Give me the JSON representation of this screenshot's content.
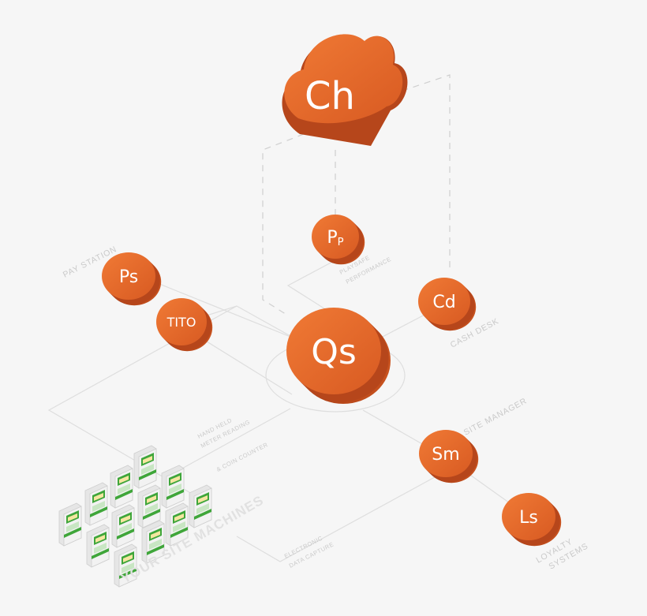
{
  "nodes": {
    "ch": {
      "label": "Ch"
    },
    "pp": {
      "label": "P",
      "sub": "P"
    },
    "ps": {
      "label": "Ps"
    },
    "tito": {
      "label": "TITO"
    },
    "qs": {
      "label": "Qs"
    },
    "cd": {
      "label": "Cd"
    },
    "sm": {
      "label": "Sm"
    },
    "ls": {
      "label": "Ls"
    }
  },
  "labels": {
    "pay_station": "PAY STATION",
    "playsafe_1": "PLAYSAFE",
    "playsafe_2": "PERFORMANCE",
    "cash_desk": "CASH DESK",
    "site_manager": "SITE MANAGER",
    "loyalty_1": "LOYALTY",
    "loyalty_2": "SYSTEMS",
    "hand_held_1": "HAND HELD",
    "hand_held_2": "METER READING",
    "coin_counter": "& COIN COUNTER",
    "edc_1": "ELECTRONIC",
    "edc_2": "DATA CAPTURE",
    "machines": "YOUR SITE MACHINES"
  },
  "colors": {
    "orange_top": "#e8692b",
    "orange_side": "#b6461b",
    "line": "#dedede",
    "dashed": "#cfcfcf",
    "machine_green": "#3fa63a"
  }
}
